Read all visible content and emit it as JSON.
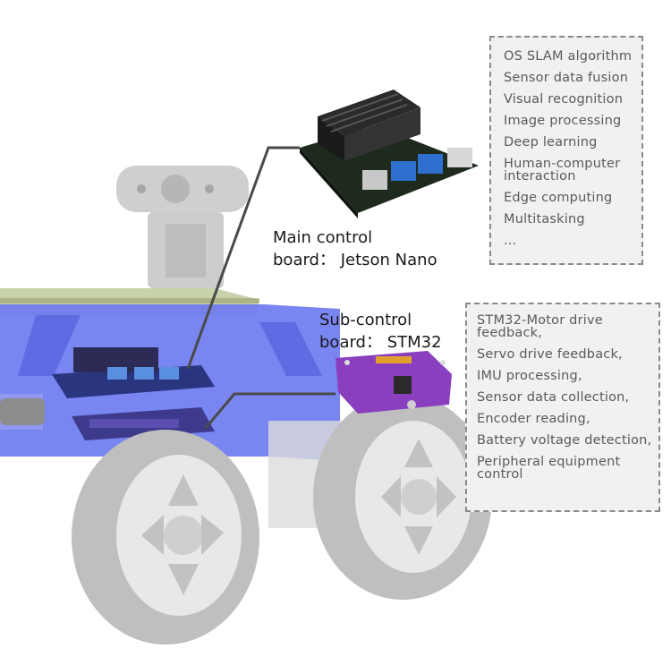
{
  "main_board": {
    "label_line1": "Main control",
    "label_line2": "board： Jetson Nano",
    "features": [
      "OS SLAM algorithm",
      "Sensor data fusion",
      "Visual recognition",
      "Image processing",
      "Deep learning",
      "Human-computer interaction",
      "Edge computing",
      "Multitasking",
      "..."
    ]
  },
  "sub_board": {
    "label_line1": "Sub-control",
    "label_line2": "board： STM32",
    "features": [
      "STM32-Motor drive feedback,",
      "Servo drive feedback,",
      "IMU processing,",
      "Sensor data collection,",
      "Encoder reading,",
      "Battery voltage detection,",
      "Peripheral equipment control"
    ]
  },
  "colors": {
    "chassis_tint": "#5a6cf0",
    "connector": "#4a4a4a",
    "sub_board_pcb": "#8a3fbf",
    "heatsink": "#222222"
  }
}
